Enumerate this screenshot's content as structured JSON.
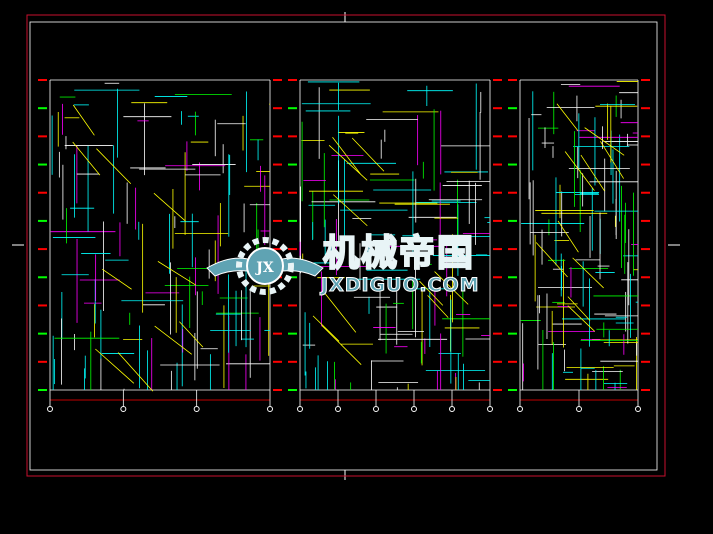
{
  "canvas": {
    "background": "#000000"
  },
  "watermark": {
    "chinese": "机械帝国",
    "domain": "JXDIGUO.COM",
    "logo_letters": "JX",
    "color": "#5fa3b3"
  },
  "colors": {
    "border": "#c8102e",
    "frame": "#ffffff",
    "cyan": "#00ffff",
    "yellow": "#ffff00",
    "green": "#00ff00",
    "red": "#ff0000",
    "magenta": "#ff00ff",
    "white": "#ffffff"
  },
  "views": [
    {
      "id": "side-elevation",
      "grid_labels": 4
    },
    {
      "id": "front-elevation",
      "grid_labels": 6
    },
    {
      "id": "rear-elevation",
      "grid_labels": 3
    }
  ]
}
